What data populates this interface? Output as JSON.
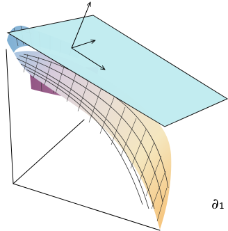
{
  "figure": {
    "axis_label": "∂₁",
    "colors": {
      "tangent_plane": "#c0ebef",
      "surface_purple": "#9e5f8d",
      "surface_lilac": "#c7b3cb",
      "surface_cream": "#f3e6c6",
      "surface_yellow": "#f8e89c",
      "surface_orange": "#f4c06e",
      "surface_blue_edge": "#8fb6d8"
    },
    "parts": [
      "coordinate-axes",
      "curved-surface-mesh",
      "tangent-plane",
      "tangent-vectors"
    ]
  }
}
